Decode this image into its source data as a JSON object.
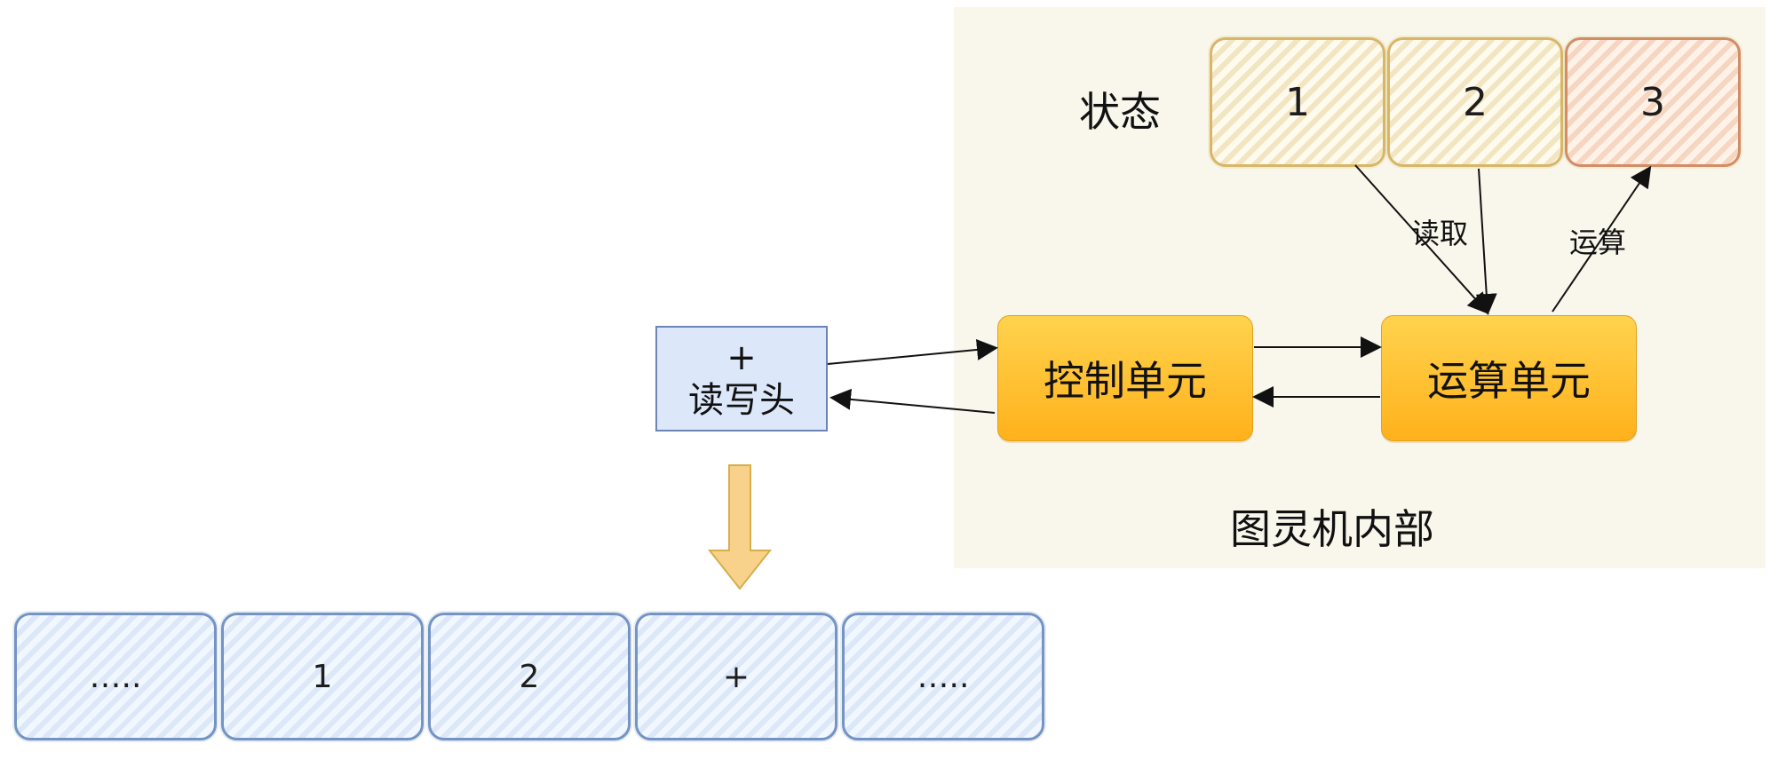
{
  "diagram": {
    "region_caption": "图灵机内部",
    "state_label": "状态",
    "states": [
      {
        "value": "1"
      },
      {
        "value": "2"
      },
      {
        "value": "3"
      }
    ],
    "units": {
      "control": "控制单元",
      "compute": "运算单元"
    },
    "read_write_head": {
      "line1": "+",
      "line2": "读写头"
    },
    "edge_labels": {
      "read": "读取",
      "compute": "运算"
    },
    "tape": [
      "…..",
      "1",
      "2",
      "+",
      "….."
    ],
    "colors": {
      "internal_region": "#f9f6ec",
      "state_border": "#d8b669",
      "state_hot_border": "#d18d67",
      "unit_fill": "#ffb11b",
      "read_head_fill": "#dce8fa",
      "tape_border": "#7394c4",
      "arrow_fill": "#f8d28a"
    }
  }
}
